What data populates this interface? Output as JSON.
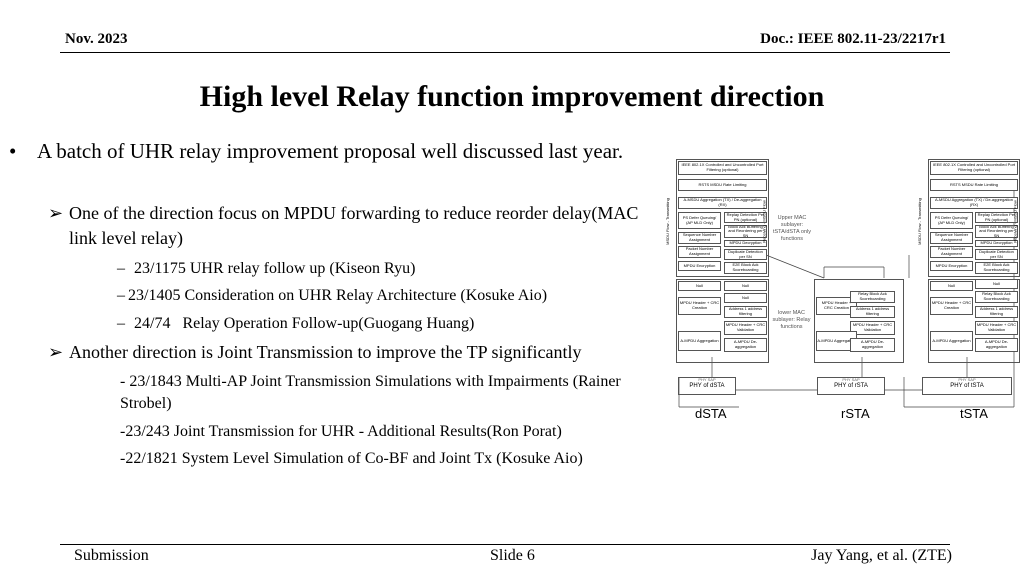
{
  "header": {
    "left": "Nov. 2023",
    "right": "Doc.: IEEE 802.11-23/2217r1"
  },
  "title": "High level Relay function improvement direction",
  "bullets": {
    "b1": "A batch of UHR relay improvement proposal well discussed last year.",
    "b1_1": "One of the direction focus on MPDU forwarding to reduce reorder delay(MAC link level relay)",
    "r1": "23/1175 UHR relay follow up (Kiseon Ryu)",
    "r2": "23/1405 Consideration on UHR Relay Architecture (Kosuke Aio)",
    "r3": "24/74   Relay Operation Follow-up(Guogang Huang)",
    "b1_2": "Another direction is Joint Transmission to improve the TP significantly",
    "j1": "- 23/1843 Multi-AP Joint Transmission Simulations with Impairments (Rainer Strobel)",
    "j2": "-23/243 Joint Transmission for UHR - Additional Results(Ron Porat)",
    "j3": "-22/1821 System Level Simulation of Co-BF and Joint Tx (Kosuke Aio)",
    "dash": "–",
    "bullet_dot": "•",
    "arrow": "➢"
  },
  "diagram": {
    "ieee": "IEEE 802.1X Controlled and Uncontrolled Port Filtering (optional)",
    "rsts": "RSTS MSDU Rate Limiting",
    "amsdu": "A-MSDU Aggregation (TX) / De-aggregation (RX)",
    "ps": "PS Defer Queuing/ (AP MLD Only)",
    "replay": "Replay Detection Per PN (optional)",
    "blockack": "Block Ack Buffering and Reordering per SN",
    "seq": "Sequence Number Assignment",
    "mpduenc": "MPDU Encryption",
    "pn": "Packet Number Assignment",
    "dup": "Duplicate Detection per SN",
    "mpdudec": "MPDU Decryption",
    "e2e": "E2E Block Ack Scoreboarding",
    "null": "Null",
    "mpduhdr": "MPDU Header + CRC Creation",
    "relayba": "Relay Block Ack Scoreboarding",
    "addr1": "Address 1 address filtering",
    "hdrval": "MPDU Header + CRC Validation",
    "ampdu": "A-MPDU Aggregation",
    "deagg": "A-MPDU De-aggregation",
    "upper_mac": "Upper MAC sublayer: tSTA/dSTA only functions",
    "lower_mac": "lower MAC sublayer: Relay functions",
    "tx_flow": "MSDU Flow - Transmitting",
    "rx_flow": "Receiving - MSDU Flow",
    "phy_sap": "PHY SAP",
    "phy_d": "PHY of dSTA",
    "phy_r": "PHY of rSTA",
    "phy_t": "PHY of tSTA",
    "dsta": "dSTA",
    "rsta": "rSTA",
    "tsta": "tSTA"
  },
  "footer": {
    "left": "Submission",
    "center": "Slide 6",
    "right": "Jay Yang, et al. (ZTE)"
  }
}
